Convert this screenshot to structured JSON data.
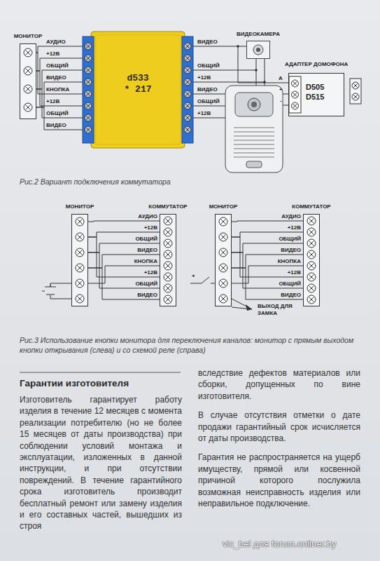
{
  "diagram": {
    "caption": "Рис.2 Вариант подключения коммутатора",
    "nodes": [
      {
        "text": [
          "МОНИТОР"
        ]
      },
      {
        "text": [
          "d533 * 217"
        ]
      },
      {
        "text": [
          "ВИДЕОКАМЕРА"
        ]
      },
      {
        "text": [
          "АДАПТЕР ДОМОФОНА",
          "D505 D515"
        ]
      },
      {
        "text": [
          "МОНИТОР"
        ]
      },
      {
        "text": [
          "КОММУТАТОР"
        ]
      },
      {
        "text": [
          "МОНИТОР"
        ]
      },
      {
        "text": [
          "КОММУТАТОР"
        ]
      }
    ],
    "edges": [
      {
        "from": 0,
        "to": 1,
        "arrow": "none",
        "label": "АУДИО"
      },
      {
        "from": 0,
        "to": 1,
        "arrow": "none",
        "label": "+12В"
      },
      {
        "from": 0,
        "to": 1,
        "arrow": "none",
        "label": "ОБЩИЙ"
      },
      {
        "from": 0,
        "to": 1,
        "arrow": "none",
        "label": "ВИДЕО"
      },
      {
        "from": 0,
        "to": 1,
        "arrow": "none",
        "label": "КНОПКА"
      },
      {
        "from": 0,
        "to": 1,
        "arrow": "none",
        "label": "+12В"
      },
      {
        "from": 0,
        "to": 1,
        "arrow": "none",
        "label": "ОБЩИЙ"
      },
      {
        "from": 0,
        "to": 1,
        "arrow": "none",
        "label": "ВИДЕО"
      },
      {
        "from": 1,
        "to": 2,
        "arrow": "none",
        "label": "ВИДЕО"
      },
      {
        "from": 1,
        "to": 2,
        "arrow": "none",
        "label": "ОБЩИЙ"
      },
      {
        "from": 1,
        "to": 2,
        "arrow": "none",
        "label": "+12В"
      },
      {
        "from": 4,
        "to": 5,
        "arrow": "none",
        "label": "АУДИО"
      },
      {
        "from": 4,
        "to": 5,
        "arrow": "none",
        "label": "+12В"
      },
      {
        "from": 4,
        "to": 5,
        "arrow": "none",
        "label": "ОБЩИЙ"
      },
      {
        "from": 4,
        "to": 5,
        "arrow": "none",
        "label": "ВИДЕО"
      },
      {
        "from": 4,
        "to": 5,
        "arrow": "none",
        "label": "КНОПКА"
      },
      {
        "from": 4,
        "to": 5,
        "arrow": "none",
        "label": "+12В"
      },
      {
        "from": 4,
        "to": 5,
        "arrow": "none",
        "label": "ОБЩИЙ"
      },
      {
        "from": 4,
        "to": 5,
        "arrow": "none",
        "label": "ВИДЕО"
      },
      {
        "from": 6,
        "to": 7,
        "arrow": "none",
        "label": "АУДИО"
      },
      {
        "from": 6,
        "to": 7,
        "arrow": "none",
        "label": "+12В"
      },
      {
        "from": 6,
        "to": 7,
        "arrow": "none",
        "label": "ОБЩИЙ"
      },
      {
        "from": 6,
        "to": 7,
        "arrow": "none",
        "label": "ВИДЕО"
      },
      {
        "from": 6,
        "to": 7,
        "arrow": "none",
        "label": "КНОПКА"
      },
      {
        "from": 6,
        "to": 7,
        "arrow": "none",
        "label": "+12В"
      },
      {
        "from": 6,
        "to": 7,
        "arrow": "none",
        "label": "ОБЩИЙ"
      },
      {
        "from": 6,
        "to": 7,
        "arrow": "none",
        "label": "ВИДЕО"
      }
    ],
    "labels": [
      "A",
      "+",
      "-",
      "ВИДЕО",
      "ОБЩИЙ",
      "+12В",
      "+",
      "ВЫХОД ДЛЯ ЗАМКА",
      "Рис.3 Использование кнопки монитора для переключения каналов: монитор с прямым выходом кнопки открывания (слева) и со схемой реле (справа)",
      "Гарантии изготовителя",
      "Изготовитель гарантирует работу изделия в течение 12 месяцев с момента реализации потребителю (но не более 15 месяцев от даты производства) при соблюдении условий монтажа и эксплуатации, изложенных в данной инструкции, и при отсутствии повреждений. В течение гарантийного срока изготовитель производит бесплатный ремонт или замену изделия и его составных частей, вышедших из строя",
      "вследствие дефектов материалов или сборки, допущенных по вине изготовителя.",
      "В случае отсутствия отметки о дате продажи гарантийный срок исчисляется от даты производства.",
      "Гарантия не распространяется на ущерб имуществу, прямой или косвенной причиной которого послужила возможная неисправность изделия или неправильное подключение.",
      "vic_bel для forum.onliner.by"
    ]
  }
}
